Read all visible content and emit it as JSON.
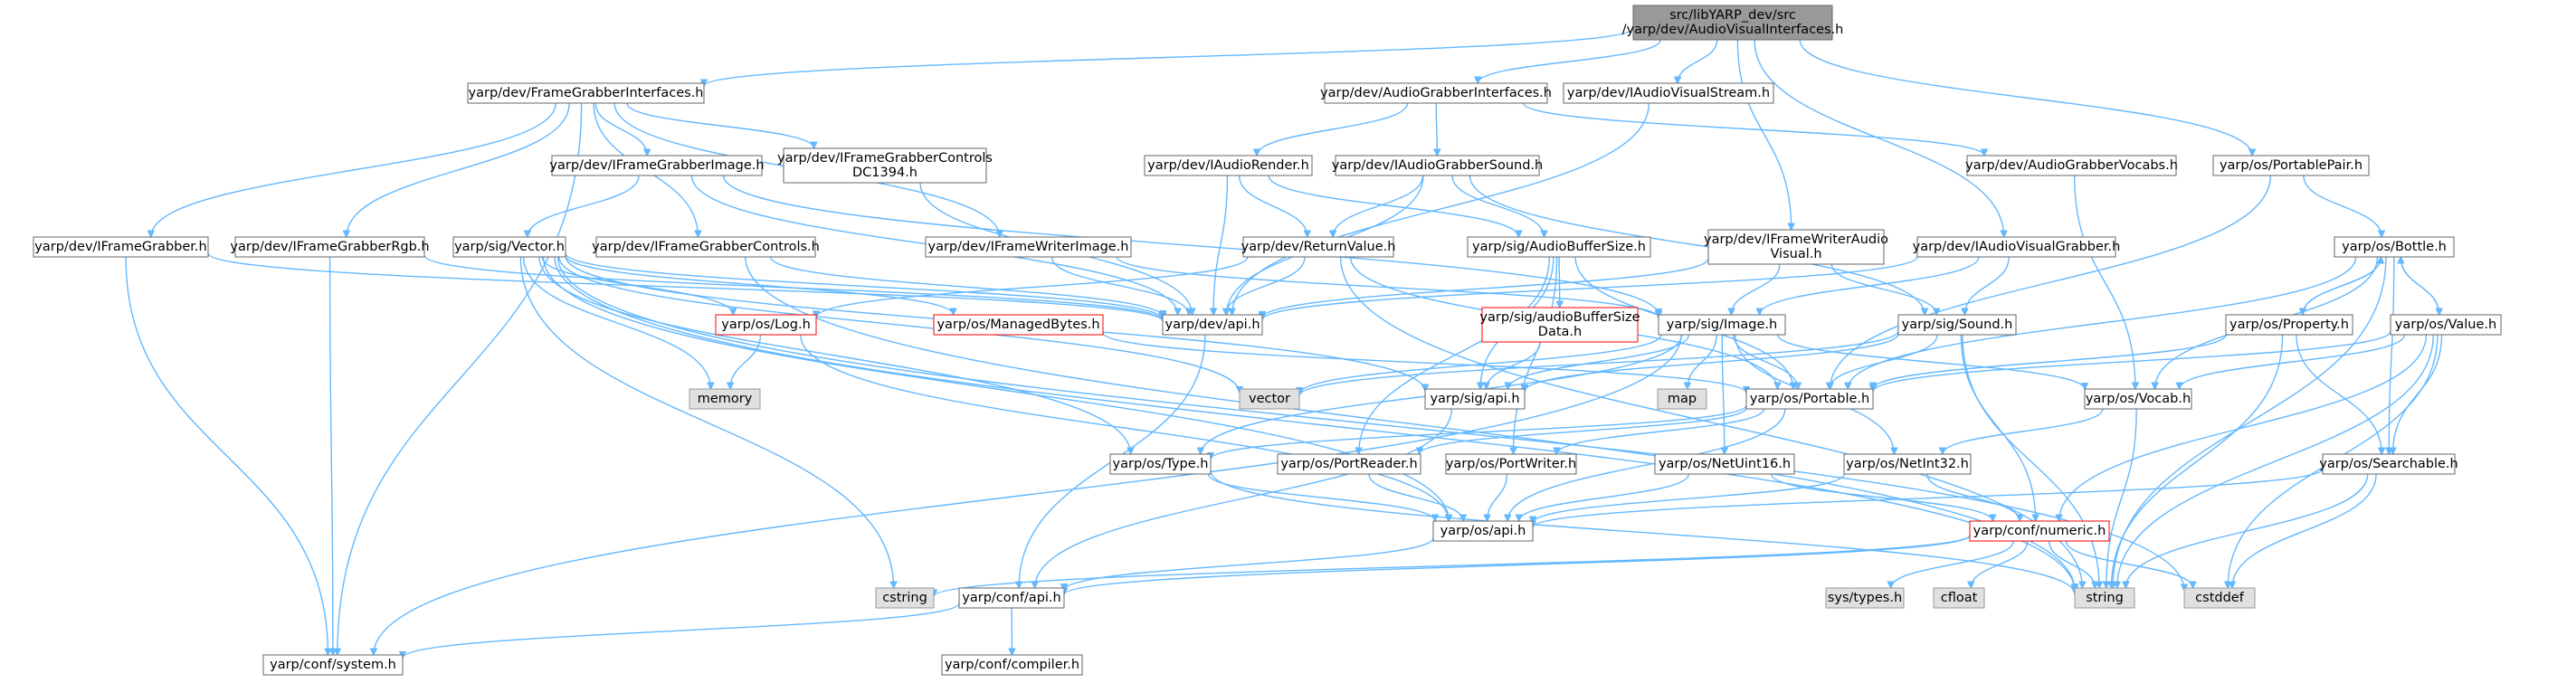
{
  "title": "src/libYARP_dev/src/yarp/dev/AudioVisualInterfaces.h",
  "colors": {
    "root_fill": "#999999",
    "root_stroke": "#666666",
    "node_fill": "#ffffff",
    "node_stroke": "#666666",
    "missing_stroke": "#ff0000",
    "system_fill": "#e0e0e0",
    "system_stroke": "#999999",
    "edge": "#63b8ff"
  },
  "nodes": [
    {
      "id": "root",
      "kind": "root",
      "lines": [
        "src/libYARP_dev/src",
        "/yarp/dev/AudioVisualInterfaces.h"
      ]
    },
    {
      "id": "fgi",
      "kind": "normal",
      "lines": [
        "yarp/dev/FrameGrabberInterfaces.h"
      ]
    },
    {
      "id": "agi",
      "kind": "normal",
      "lines": [
        "yarp/dev/AudioGrabberInterfaces.h"
      ]
    },
    {
      "id": "iavs",
      "kind": "normal",
      "lines": [
        "yarp/dev/IAudioVisualStream.h"
      ]
    },
    {
      "id": "ppair",
      "kind": "normal",
      "lines": [
        "yarp/os/PortablePair.h"
      ]
    },
    {
      "id": "ifgi",
      "kind": "normal",
      "lines": [
        "yarp/dev/IFrameGrabberImage.h"
      ]
    },
    {
      "id": "ifgc1394",
      "kind": "normal",
      "lines": [
        "yarp/dev/IFrameGrabberControls",
        "DC1394.h"
      ]
    },
    {
      "id": "iar",
      "kind": "normal",
      "lines": [
        "yarp/dev/IAudioRender.h"
      ]
    },
    {
      "id": "iags",
      "kind": "normal",
      "lines": [
        "yarp/dev/IAudioGrabberSound.h"
      ]
    },
    {
      "id": "agv",
      "kind": "normal",
      "lines": [
        "yarp/dev/AudioGrabberVocabs.h"
      ]
    },
    {
      "id": "ifg",
      "kind": "normal",
      "lines": [
        "yarp/dev/IFrameGrabber.h"
      ]
    },
    {
      "id": "ifgrgb",
      "kind": "normal",
      "lines": [
        "yarp/dev/IFrameGrabberRgb.h"
      ]
    },
    {
      "id": "vector",
      "kind": "normal",
      "lines": [
        "yarp/sig/Vector.h"
      ]
    },
    {
      "id": "ifgc",
      "kind": "normal",
      "lines": [
        "yarp/dev/IFrameGrabberControls.h"
      ]
    },
    {
      "id": "ifwi",
      "kind": "normal",
      "lines": [
        "yarp/dev/IFrameWriterImage.h"
      ]
    },
    {
      "id": "retval",
      "kind": "normal",
      "lines": [
        "yarp/dev/ReturnValue.h"
      ]
    },
    {
      "id": "abs",
      "kind": "normal",
      "lines": [
        "yarp/sig/AudioBufferSize.h"
      ]
    },
    {
      "id": "ifwav",
      "kind": "normal",
      "lines": [
        "yarp/dev/IFrameWriterAudio",
        "Visual.h"
      ]
    },
    {
      "id": "iavg",
      "kind": "normal",
      "lines": [
        "yarp/dev/IAudioVisualGrabber.h"
      ]
    },
    {
      "id": "bottle",
      "kind": "normal",
      "lines": [
        "yarp/os/Bottle.h"
      ]
    },
    {
      "id": "log",
      "kind": "missing",
      "lines": [
        "yarp/os/Log.h"
      ]
    },
    {
      "id": "mbytes",
      "kind": "missing",
      "lines": [
        "yarp/os/ManagedBytes.h"
      ]
    },
    {
      "id": "devapi",
      "kind": "normal",
      "lines": [
        "yarp/dev/api.h"
      ]
    },
    {
      "id": "absdata",
      "kind": "missing",
      "lines": [
        "yarp/sig/audioBufferSize",
        "Data.h"
      ]
    },
    {
      "id": "image",
      "kind": "normal",
      "lines": [
        "yarp/sig/Image.h"
      ]
    },
    {
      "id": "sound",
      "kind": "normal",
      "lines": [
        "yarp/sig/Sound.h"
      ]
    },
    {
      "id": "property",
      "kind": "normal",
      "lines": [
        "yarp/os/Property.h"
      ]
    },
    {
      "id": "value",
      "kind": "normal",
      "lines": [
        "yarp/os/Value.h"
      ]
    },
    {
      "id": "memory",
      "kind": "system",
      "lines": [
        "memory"
      ]
    },
    {
      "id": "vectorstd",
      "kind": "system",
      "lines": [
        "vector"
      ]
    },
    {
      "id": "sigapi",
      "kind": "normal",
      "lines": [
        "yarp/sig/api.h"
      ]
    },
    {
      "id": "map",
      "kind": "system",
      "lines": [
        "map"
      ]
    },
    {
      "id": "portable",
      "kind": "normal",
      "lines": [
        "yarp/os/Portable.h"
      ]
    },
    {
      "id": "vocab",
      "kind": "normal",
      "lines": [
        "yarp/os/Vocab.h"
      ]
    },
    {
      "id": "type",
      "kind": "normal",
      "lines": [
        "yarp/os/Type.h"
      ]
    },
    {
      "id": "preader",
      "kind": "normal",
      "lines": [
        "yarp/os/PortReader.h"
      ]
    },
    {
      "id": "pwriter",
      "kind": "normal",
      "lines": [
        "yarp/os/PortWriter.h"
      ]
    },
    {
      "id": "nuint16",
      "kind": "normal",
      "lines": [
        "yarp/os/NetUint16.h"
      ]
    },
    {
      "id": "nint32",
      "kind": "normal",
      "lines": [
        "yarp/os/NetInt32.h"
      ]
    },
    {
      "id": "searchable",
      "kind": "normal",
      "lines": [
        "yarp/os/Searchable.h"
      ]
    },
    {
      "id": "osapi",
      "kind": "normal",
      "lines": [
        "yarp/os/api.h"
      ]
    },
    {
      "id": "numeric",
      "kind": "missing",
      "lines": [
        "yarp/conf/numeric.h"
      ]
    },
    {
      "id": "cstring",
      "kind": "system",
      "lines": [
        "cstring"
      ]
    },
    {
      "id": "confapi",
      "kind": "normal",
      "lines": [
        "yarp/conf/api.h"
      ]
    },
    {
      "id": "systypes",
      "kind": "system",
      "lines": [
        "sys/types.h"
      ]
    },
    {
      "id": "cfloat",
      "kind": "system",
      "lines": [
        "cfloat"
      ]
    },
    {
      "id": "string",
      "kind": "system",
      "lines": [
        "string"
      ]
    },
    {
      "id": "cstddef",
      "kind": "system",
      "lines": [
        "cstddef"
      ]
    },
    {
      "id": "system",
      "kind": "normal",
      "lines": [
        "yarp/conf/system.h"
      ]
    },
    {
      "id": "compiler",
      "kind": "normal",
      "lines": [
        "yarp/conf/compiler.h"
      ]
    }
  ],
  "edges": [
    [
      "root",
      "fgi"
    ],
    [
      "root",
      "agi"
    ],
    [
      "root",
      "iavs"
    ],
    [
      "root",
      "ppair"
    ],
    [
      "root",
      "ifwav"
    ],
    [
      "root",
      "iavg"
    ],
    [
      "fgi",
      "ifgi"
    ],
    [
      "fgi",
      "ifgc1394"
    ],
    [
      "fgi",
      "ifg"
    ],
    [
      "fgi",
      "ifgrgb"
    ],
    [
      "fgi",
      "ifgc"
    ],
    [
      "fgi",
      "ifwi"
    ],
    [
      "fgi",
      "system"
    ],
    [
      "agi",
      "iar"
    ],
    [
      "agi",
      "iags"
    ],
    [
      "agi",
      "agv"
    ],
    [
      "iavs",
      "devapi"
    ],
    [
      "ppair",
      "bottle"
    ],
    [
      "ppair",
      "portable"
    ],
    [
      "ifgi",
      "vector"
    ],
    [
      "ifgi",
      "devapi"
    ],
    [
      "ifgi",
      "image"
    ],
    [
      "ifgc1394",
      "devapi"
    ],
    [
      "iar",
      "retval"
    ],
    [
      "iar",
      "devapi"
    ],
    [
      "iar",
      "abs"
    ],
    [
      "iags",
      "retval"
    ],
    [
      "iags",
      "devapi"
    ],
    [
      "iags",
      "abs"
    ],
    [
      "iags",
      "sound"
    ],
    [
      "agv",
      "vocab"
    ],
    [
      "ifg",
      "devapi"
    ],
    [
      "ifg",
      "system"
    ],
    [
      "ifgrgb",
      "devapi"
    ],
    [
      "ifgrgb",
      "system"
    ],
    [
      "vector",
      "log"
    ],
    [
      "vector",
      "mbytes"
    ],
    [
      "vector",
      "devapi"
    ],
    [
      "vector",
      "memory"
    ],
    [
      "vector",
      "vectorstd"
    ],
    [
      "vector",
      "sigapi"
    ],
    [
      "vector",
      "type"
    ],
    [
      "vector",
      "osapi"
    ],
    [
      "vector",
      "cstring"
    ],
    [
      "vector",
      "string"
    ],
    [
      "vector",
      "cstddef"
    ],
    [
      "ifgc",
      "devapi"
    ],
    [
      "ifgc",
      "string"
    ],
    [
      "ifwi",
      "devapi"
    ],
    [
      "ifwi",
      "image"
    ],
    [
      "retval",
      "log"
    ],
    [
      "retval",
      "devapi"
    ],
    [
      "retval",
      "portable"
    ],
    [
      "retval",
      "string"
    ],
    [
      "abs",
      "absdata"
    ],
    [
      "abs",
      "sigapi"
    ],
    [
      "abs",
      "portable"
    ],
    [
      "abs",
      "preader"
    ],
    [
      "abs",
      "pwriter"
    ],
    [
      "ifwav",
      "devapi"
    ],
    [
      "ifwav",
      "image"
    ],
    [
      "ifwav",
      "sound"
    ],
    [
      "iavg",
      "devapi"
    ],
    [
      "iavg",
      "image"
    ],
    [
      "iavg",
      "sound"
    ],
    [
      "bottle",
      "property"
    ],
    [
      "bottle",
      "value"
    ],
    [
      "bottle",
      "portable"
    ],
    [
      "bottle",
      "vocab"
    ],
    [
      "bottle",
      "searchable"
    ],
    [
      "bottle",
      "string"
    ],
    [
      "log",
      "memory"
    ],
    [
      "log",
      "osapi"
    ],
    [
      "mbytes",
      "portable"
    ],
    [
      "devapi",
      "confapi"
    ],
    [
      "absdata",
      "sigapi"
    ],
    [
      "image",
      "sigapi"
    ],
    [
      "image",
      "map"
    ],
    [
      "image",
      "portable"
    ],
    [
      "image",
      "vocab"
    ],
    [
      "image",
      "type"
    ],
    [
      "image",
      "nuint16"
    ],
    [
      "image",
      "nint32"
    ],
    [
      "image",
      "system"
    ],
    [
      "image",
      "vectorstd"
    ],
    [
      "sound",
      "sigapi"
    ],
    [
      "sound",
      "portable"
    ],
    [
      "sound",
      "numeric"
    ],
    [
      "sound",
      "string"
    ],
    [
      "sound",
      "vectorstd"
    ],
    [
      "property",
      "bottle"
    ],
    [
      "property",
      "portable"
    ],
    [
      "property",
      "searchable"
    ],
    [
      "property",
      "string"
    ],
    [
      "value",
      "bottle"
    ],
    [
      "value",
      "portable"
    ],
    [
      "value",
      "vocab"
    ],
    [
      "value",
      "searchable"
    ],
    [
      "value",
      "numeric"
    ],
    [
      "value",
      "string"
    ],
    [
      "value",
      "cstddef"
    ],
    [
      "sigapi",
      "confapi"
    ],
    [
      "portable",
      "type"
    ],
    [
      "portable",
      "preader"
    ],
    [
      "portable",
      "pwriter"
    ],
    [
      "portable",
      "osapi"
    ],
    [
      "vocab",
      "nint32"
    ],
    [
      "vocab",
      "string"
    ],
    [
      "type",
      "osapi"
    ],
    [
      "type",
      "string"
    ],
    [
      "preader",
      "osapi"
    ],
    [
      "pwriter",
      "osapi"
    ],
    [
      "nuint16",
      "osapi"
    ],
    [
      "nuint16",
      "numeric"
    ],
    [
      "nint32",
      "osapi"
    ],
    [
      "nint32",
      "numeric"
    ],
    [
      "searchable",
      "osapi"
    ],
    [
      "searchable",
      "string"
    ],
    [
      "searchable",
      "cstddef"
    ],
    [
      "osapi",
      "confapi"
    ],
    [
      "numeric",
      "confapi"
    ],
    [
      "numeric",
      "systypes"
    ],
    [
      "numeric",
      "cfloat"
    ],
    [
      "numeric",
      "string"
    ],
    [
      "numeric",
      "cstddef"
    ],
    [
      "numeric",
      "cstring"
    ],
    [
      "confapi",
      "system"
    ],
    [
      "confapi",
      "compiler"
    ]
  ]
}
